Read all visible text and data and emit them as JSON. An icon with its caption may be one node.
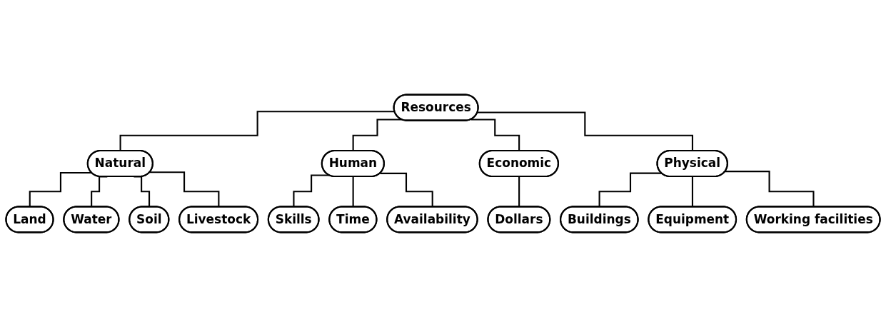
{
  "diagram": {
    "nodes": [
      {
        "text": [
          "Resources"
        ]
      },
      {
        "text": [
          "Natural"
        ]
      },
      {
        "text": [
          "Human"
        ]
      },
      {
        "text": [
          "Economic"
        ]
      },
      {
        "text": [
          "Physical"
        ]
      },
      {
        "text": [
          "Land"
        ]
      },
      {
        "text": [
          "Water"
        ]
      },
      {
        "text": [
          "Soil"
        ]
      },
      {
        "text": [
          "Livestock"
        ]
      },
      {
        "text": [
          "Skills"
        ]
      },
      {
        "text": [
          "Time"
        ]
      },
      {
        "text": [
          "Availability"
        ]
      },
      {
        "text": [
          "Dollars"
        ]
      },
      {
        "text": [
          "Buildings"
        ]
      },
      {
        "text": [
          "Equipment"
        ]
      },
      {
        "text": [
          "Working facilities"
        ]
      }
    ],
    "edges": [
      {
        "from": 0,
        "to": 1,
        "arrow": "none"
      },
      {
        "from": 0,
        "to": 2,
        "arrow": "none"
      },
      {
        "from": 0,
        "to": 3,
        "arrow": "none"
      },
      {
        "from": 0,
        "to": 4,
        "arrow": "none"
      },
      {
        "from": 1,
        "to": 5,
        "arrow": "none"
      },
      {
        "from": 1,
        "to": 6,
        "arrow": "none"
      },
      {
        "from": 1,
        "to": 7,
        "arrow": "none"
      },
      {
        "from": 1,
        "to": 8,
        "arrow": "none"
      },
      {
        "from": 2,
        "to": 9,
        "arrow": "none"
      },
      {
        "from": 2,
        "to": 10,
        "arrow": "none"
      },
      {
        "from": 2,
        "to": 11,
        "arrow": "none"
      },
      {
        "from": 3,
        "to": 12,
        "arrow": "none"
      },
      {
        "from": 4,
        "to": 13,
        "arrow": "none"
      },
      {
        "from": 4,
        "to": 14,
        "arrow": "none"
      },
      {
        "from": 4,
        "to": 15,
        "arrow": "none"
      }
    ]
  }
}
